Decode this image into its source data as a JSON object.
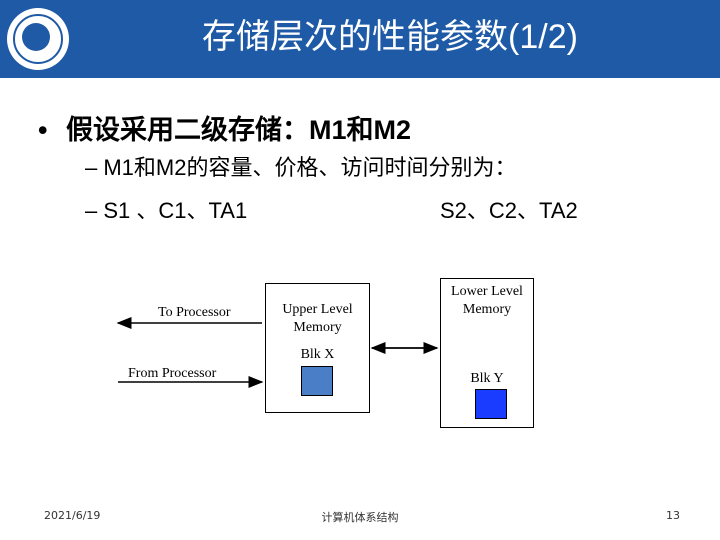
{
  "slide": {
    "title": "存储层次的性能参数(1/2)",
    "bullet": "假设采用二级存储：M1和M2",
    "sub_line_1": "– M1和M2的容量、价格、访问时间分别为：",
    "sub_line_2_left": "–  S1 、C1、TA1",
    "sub_line_2_right": "S2、C2、TA2"
  },
  "diagram": {
    "to_processor": "To Processor",
    "from_processor": "From Processor",
    "upper_level": "Upper Level Memory",
    "lower_level": "Lower Level Memory",
    "blk_x": "Blk X",
    "blk_y": "Blk Y",
    "colors": {
      "blk_x": "#4a7fc8",
      "blk_y": "#1a3cff"
    }
  },
  "footer": {
    "date": "2021/6/19",
    "course": "计算机体系结构",
    "page": "13"
  },
  "colors": {
    "title_bar": "#1f5aa6"
  }
}
